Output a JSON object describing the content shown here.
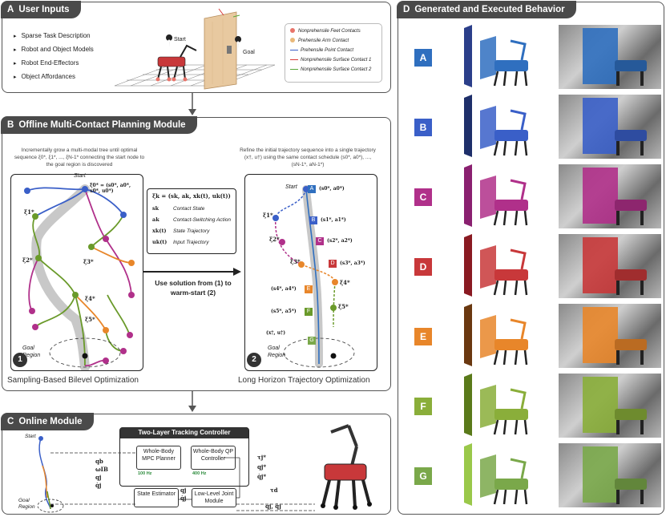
{
  "panelA": {
    "letter": "A",
    "title": "User Inputs",
    "bullets": [
      "Sparse Task Description",
      "Robot and Object Models",
      "Robot End-Effectors",
      "Object Affordances"
    ],
    "start_label": "Start",
    "goal_label": "Goal",
    "legend": [
      {
        "label": "Nonprehensile Feet Contacts",
        "color": "#e8746a",
        "kind": "dot"
      },
      {
        "label": "Prehensile Arm Contact",
        "color": "#e9b97a",
        "kind": "dot"
      },
      {
        "label": "Prehensile Point Contact",
        "color": "#3a5fc8",
        "kind": "arrow"
      },
      {
        "label": "Nonprehensile Surface Contact 1",
        "color": "#d83a3a",
        "kind": "arrow"
      },
      {
        "label": "Nonprehensile Surface Contact 2",
        "color": "#5aa83a",
        "kind": "arrow"
      }
    ]
  },
  "panelB": {
    "letter": "B",
    "title": "Offline Multi-Contact Planning Module",
    "left_desc": "Incrementally grow a multi-modal tree until optimal sequence ξ0*, ξ1*, ..., ξN-1* connecting the start node to the goal region is discovered",
    "right_desc": "Refine the initial trajectory sequence into a single trajectory (x†, u†) using the same contact schedule (s0*, a0*), ..., (sN-1*, aN-1*)",
    "left_start": "Start",
    "right_start": "Start",
    "left_goal": "Goal Region",
    "right_goal": "Goal Region",
    "xi0_label": "ξ0* = (s0*, a0*, x0*, u0*)",
    "xi_labels": [
      "ξ1*",
      "ξ2*",
      "ξ3*",
      "ξ4*",
      "ξ5*"
    ],
    "def_header": "ξk = (sk, ak, xk(t), uk(t))",
    "defs": [
      {
        "sym": "sk",
        "desc": "Contact State"
      },
      {
        "sym": "ak",
        "desc": "Contact-Switching Action"
      },
      {
        "sym": "xk(t)",
        "desc": "State Trajectory"
      },
      {
        "sym": "uk(t)",
        "desc": "Input Trajectory"
      }
    ],
    "warm_start": "Use solution from (1) to warm-start (2)",
    "num1": "1",
    "num2": "2",
    "caption1": "Sampling-Based Bilevel Optimization",
    "caption2": "Long Horizon Trajectory Optimization",
    "traj_tags": [
      {
        "letter": "A",
        "pair": "(s0*, a0*)",
        "color": "#2f6fbf"
      },
      {
        "letter": "B",
        "pair": "(s1*, a1*)",
        "color": "#3a5fc8"
      },
      {
        "letter": "C",
        "pair": "(s2*, a2*)",
        "color": "#b0308a"
      },
      {
        "letter": "D",
        "pair": "(s3*, a3*)",
        "color": "#c8383a"
      },
      {
        "letter": "E",
        "pair": "(s4*, a4*)",
        "color": "#e8862a"
      },
      {
        "letter": "F",
        "pair": "(s5*, a5*)",
        "color": "#6a9a2a"
      },
      {
        "letter": "G",
        "pair": "",
        "color": "#7aa84a"
      }
    ],
    "traj_label": "(x†, u†)"
  },
  "panelC": {
    "letter": "C",
    "title": "Online Module",
    "start_label": "Start",
    "goal_label": "Goal Region",
    "controller_title": "Two-Layer Tracking Controller",
    "mpc": "Whole-Body MPC Planner",
    "mpc_hz": "100 Hz",
    "qp": "Whole-Body QP Controller",
    "qp_hz": "400 Hz",
    "estimator": "State Estimator",
    "joint": "Low-Level Joint Module",
    "state_vars": [
      "qb",
      "ωIB",
      "qj",
      "q̇j"
    ],
    "qp_out": [
      "τj*",
      "qj*",
      "q̇j*"
    ],
    "tau": "τd",
    "est_out": [
      "qj",
      "q̇j"
    ],
    "joint_out": "qj, q̇j"
  },
  "panelD": {
    "letter": "D",
    "title": "Generated and Executed Behavior",
    "rows": [
      {
        "letter": "A",
        "color": "#2f6fbf",
        "door": "#2b3f8a"
      },
      {
        "letter": "B",
        "color": "#3a5fc8",
        "door": "#1e2f6a"
      },
      {
        "letter": "C",
        "color": "#b0308a",
        "door": "#8a2070"
      },
      {
        "letter": "D",
        "color": "#c8383a",
        "door": "#8a1a22"
      },
      {
        "letter": "E",
        "color": "#e8862a",
        "door": "#6a3810"
      },
      {
        "letter": "F",
        "color": "#8aae3a",
        "door": "#5a7a1a"
      },
      {
        "letter": "G",
        "color": "#7aa84a",
        "door": "#9ac84a"
      }
    ]
  }
}
